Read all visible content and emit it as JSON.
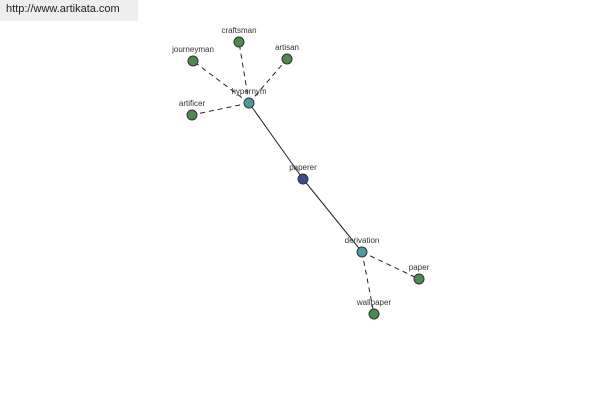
{
  "banner": {
    "url_text": "http://www.artikata.com"
  },
  "colors": {
    "center_node": "#3a4a8e",
    "relation_node": "#4f9aa0",
    "leaf_node": "#4e8a4e",
    "edge": "#222222"
  },
  "graph": {
    "nodes": [
      {
        "id": "paperer",
        "label": "paperer",
        "kind": "center"
      },
      {
        "id": "hypernym",
        "label": "hypernym",
        "kind": "relation"
      },
      {
        "id": "derivation",
        "label": "derivation",
        "kind": "relation"
      },
      {
        "id": "craftsman",
        "label": "craftsman",
        "kind": "leaf"
      },
      {
        "id": "journeyman",
        "label": "journeyman",
        "kind": "leaf"
      },
      {
        "id": "artisan",
        "label": "artisan",
        "kind": "leaf"
      },
      {
        "id": "artificer",
        "label": "artificer",
        "kind": "leaf"
      },
      {
        "id": "paper",
        "label": "paper",
        "kind": "leaf"
      },
      {
        "id": "wallpaper",
        "label": "wallpaper",
        "kind": "leaf"
      }
    ],
    "edges": [
      {
        "from": "paperer",
        "to": "hypernym",
        "style": "solid"
      },
      {
        "from": "paperer",
        "to": "derivation",
        "style": "solid"
      },
      {
        "from": "hypernym",
        "to": "craftsman",
        "style": "dashed"
      },
      {
        "from": "hypernym",
        "to": "journeyman",
        "style": "dashed"
      },
      {
        "from": "hypernym",
        "to": "artisan",
        "style": "dashed"
      },
      {
        "from": "hypernym",
        "to": "artificer",
        "style": "dashed"
      },
      {
        "from": "derivation",
        "to": "paper",
        "style": "dashed"
      },
      {
        "from": "derivation",
        "to": "wallpaper",
        "style": "dashed"
      }
    ]
  }
}
